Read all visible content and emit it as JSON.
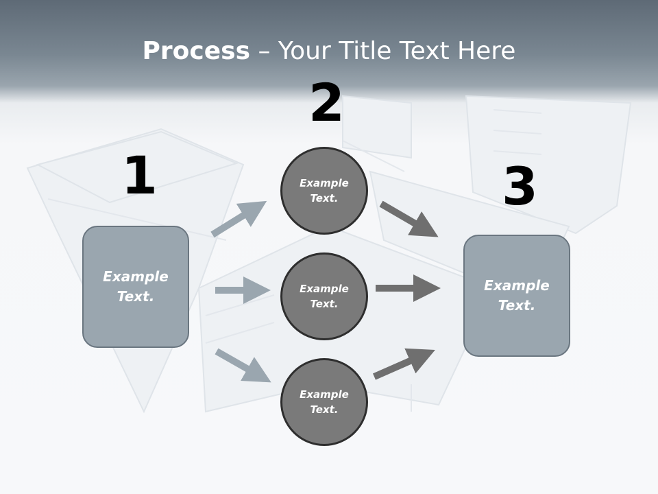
{
  "title": {
    "bold": "Process",
    "rest": " – Your Title Text Here"
  },
  "steps": [
    {
      "number": "1",
      "text": "Example\nText."
    },
    {
      "number": "2",
      "items": [
        "Example\nText.",
        "Example\nText.",
        "Example\nText."
      ]
    },
    {
      "number": "3",
      "text": "Example\nText."
    }
  ],
  "colors": {
    "box_fill": "#9aa6af",
    "circle_fill": "#7a7a7a",
    "arrow_light": "#9aa6af",
    "arrow_dark": "#6f6f6f"
  }
}
